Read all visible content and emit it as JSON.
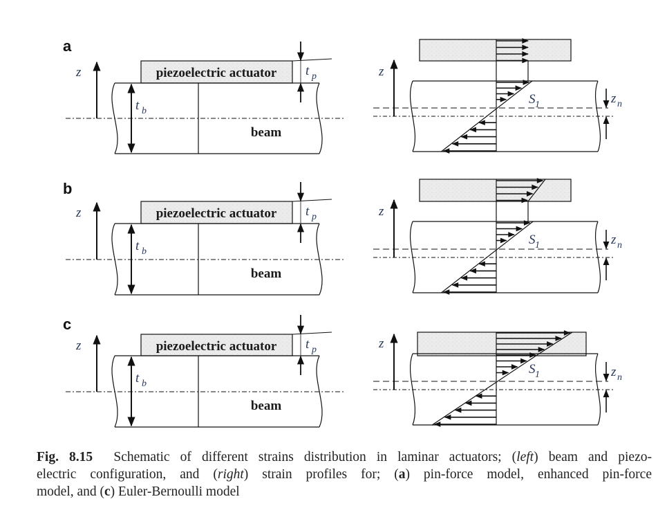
{
  "figure": {
    "panels": [
      {
        "id": "a",
        "label": "a",
        "actuator_label": "piezoelectric actuator",
        "beam_label": "beam",
        "z_label": "z",
        "tb_label": "t",
        "tb_sub": "b",
        "tp_label": "t",
        "tp_sub": "p",
        "s1_label": "S",
        "s1_sub": "1",
        "zn_label": "z",
        "zn_sub": "n",
        "model": "pin-force"
      },
      {
        "id": "b",
        "label": "b",
        "actuator_label": "piezoelectric actuator",
        "beam_label": "beam",
        "z_label": "z",
        "tb_label": "t",
        "tb_sub": "b",
        "tp_label": "t",
        "tp_sub": "p",
        "s1_label": "S",
        "s1_sub": "1",
        "zn_label": "z",
        "zn_sub": "n",
        "model": "enhanced pin-force"
      },
      {
        "id": "c",
        "label": "c",
        "actuator_label": "piezoelectric actuator",
        "beam_label": "beam",
        "z_label": "z",
        "tb_label": "t",
        "tb_sub": "b",
        "tp_label": "t",
        "tp_sub": "p",
        "s1_label": "S",
        "s1_sub": "1",
        "zn_label": "z",
        "zn_sub": "n",
        "model": "Euler-Bernoulli"
      }
    ],
    "colors": {
      "line": "#111111",
      "actuator_fill": "#e9e9e9",
      "symbol": "#2a3a5a"
    }
  },
  "caption": {
    "fig_number": "Fig. 8.15",
    "line1_text": "Schematic of different strains distribution in laminar actuators; (",
    "line1_italic": "left",
    "line1_tail": ") beam and piezo-",
    "line2_text": "electric configuration, and (",
    "line2_italic": "right",
    "line2_mid": ") strain profiles for; (",
    "line2_bold": "a",
    "line2_tail": ") pin-force model, enhanced pin-force",
    "line3_text": "model, and (",
    "line3_bold": "c",
    "line3_tail": ") Euler-Bernoulli model"
  }
}
